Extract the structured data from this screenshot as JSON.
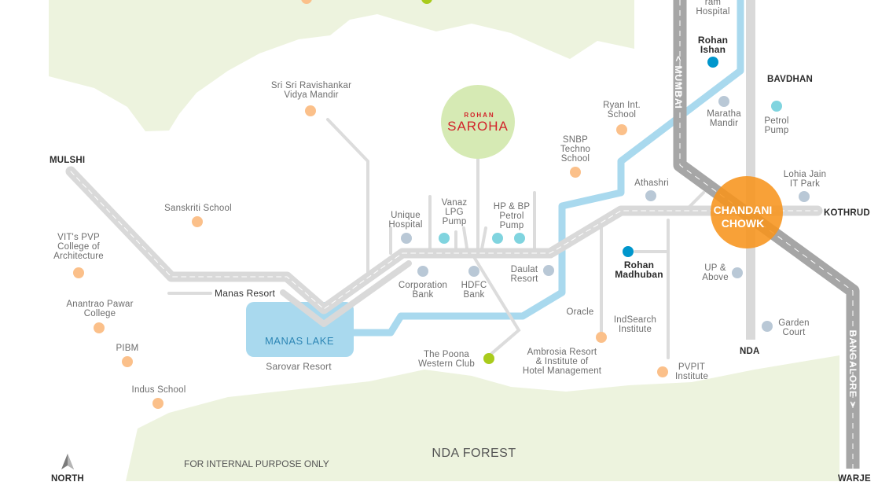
{
  "colors": {
    "forest": "#edf3de",
    "road": "#d9d9d9",
    "highway": "#a6a6a6",
    "river": "#a9d9ee",
    "school": "#fbc08a",
    "service": "#b9c8d6",
    "fuel": "#80d4df",
    "project": "#0096cc",
    "club": "#a9cb1c",
    "chowk": "#f7941d",
    "saroha": "#d6eab4"
  },
  "areas": {
    "mulshi": "MULSHI",
    "bavdhan": "BAVDHAN",
    "kothrud": "KOTHRUD",
    "nda": "NDA",
    "warje": "WARJE",
    "north": "NORTH"
  },
  "roads": {
    "mumbai": "< MUMBAI",
    "bangalore": "BANGALORE >"
  },
  "landmarks": {
    "chandani_chowk": "CHANDANI\nCHOWK",
    "saroha_brand": "ROHAN",
    "saroha_name": "SAROHA",
    "manas_lake": "MANAS LAKE",
    "manas_resort": "Manas Resort",
    "sarovar_resort": "Sarovar Resort",
    "nda_forest": "NDA FOREST",
    "footer_note": "FOR INTERNAL PURPOSE ONLY"
  },
  "projects": {
    "rohan_ishan": "Rohan\nIshan",
    "rohan_madhuban": "Rohan\nMadhuban"
  },
  "places": {
    "ram_hospital": "ram\nHospital",
    "sri_sri": "Sri Sri Ravishankar\nVidya Mandir",
    "sanskriti": "Sanskriti School",
    "vit": "VIT's PVP\nCollege of\nArchitecture",
    "anantrao": "Anantrao Pawar\nCollege",
    "pibm": "PIBM",
    "indus": "Indus School",
    "unique": "Unique\nHospital",
    "vanaz": "Vanaz\nLPG\nPump",
    "hpbp": "HP & BP\nPetrol\nPump",
    "corporation": "Corporation\nBank",
    "hdfc": "HDFC\nBank",
    "daulat": "Daulat\nResort",
    "poona_club": "The Poona\nWestern Club",
    "ambrosia": "Ambrosia Resort\n& Institute of\nHotel Management",
    "oracle": "Oracle",
    "indsearch": "IndSearch\nInstitute",
    "pvpit": "PVPIT\nInstitute",
    "ryan": "Ryan Int.\nSchool",
    "snbp": "SNBP\nTechno\nSchool",
    "athashri": "Athashri",
    "maratha": "Maratha\nMandir",
    "petrol": "Petrol\nPump",
    "lohia": "Lohia Jain\nIT Park",
    "up_above": "UP &\nAbove",
    "garden": "Garden\nCourt"
  }
}
